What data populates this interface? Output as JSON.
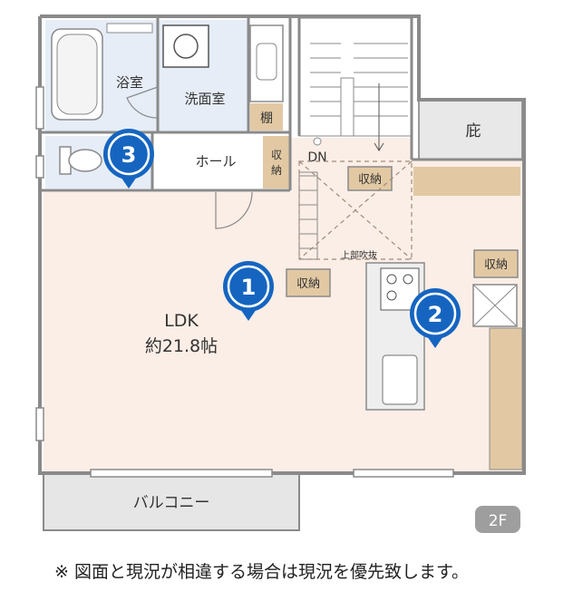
{
  "floor_badge": "2F",
  "rooms": {
    "bath": "浴室",
    "washroom": "洗面室",
    "shelf": "棚",
    "hall": "ホール",
    "storage_hall_a": "収",
    "storage_hall_b": "納",
    "down": "DN",
    "storage_top": "収納",
    "eaves": "庇",
    "upper_void": "上部吹抜",
    "storage_right": "収納",
    "storage_center": "収納",
    "ldk": "LDK",
    "ldk_size": "約21.8帖",
    "balcony": "バルコニー"
  },
  "markers": [
    "1",
    "2",
    "3"
  ],
  "note": "※ 図面と現況が相違する場合は現況を優先致します。",
  "colors": {
    "wall": "#8a8a8a",
    "ldk_floor": "#fbeee6",
    "wet_floor": "#e6edf7",
    "storage_floor": "#e2c9a4",
    "pin": "#1565c0",
    "badge": "#9e9e9e",
    "balcony": "#e6e6e6"
  }
}
